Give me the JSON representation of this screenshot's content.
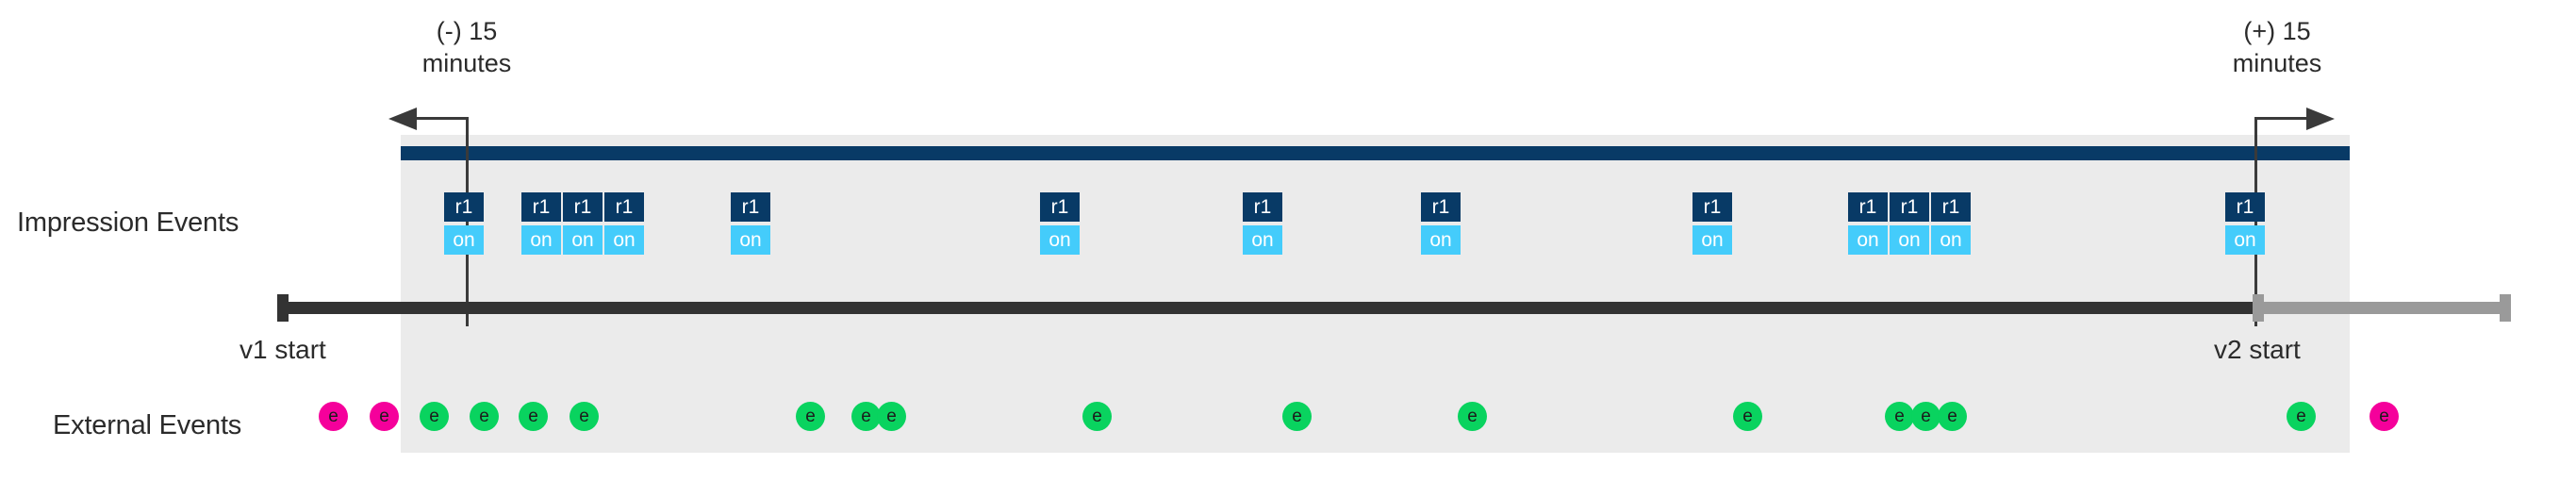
{
  "rows": {
    "impression_label": "Impression Events",
    "external_label": "External Events"
  },
  "annotations": {
    "left": "(-) 15\nminutes",
    "left_line1": "(-) 15",
    "left_line2": "minutes",
    "right_line1": "(+) 15",
    "right_line2": "minutes"
  },
  "axis": {
    "v1_label": "v1 start",
    "v2_label": "v2 start"
  },
  "colors": {
    "version_bar": "#083a66",
    "chip_r1": "#083a66",
    "chip_on": "#44ccfb",
    "band": "#ebebeb",
    "axis_v1": "#333333",
    "axis_v2": "#9a9a9a",
    "dot_inside": "#09d35f",
    "dot_outside": "#f5009b"
  },
  "chart_data": {
    "type": "timeline",
    "title": "",
    "xlabel": "",
    "ylabel": "",
    "window": {
      "start_x": 425,
      "end_x": 2492,
      "left_boundary_label": "(-) 15 minutes",
      "right_boundary_label": "(+) 15 minutes",
      "left_marker_x": 494,
      "right_marker_x": 2391
    },
    "series": [
      {
        "name": "Impression Events",
        "glyph_top": "r1",
        "glyph_bottom": "on",
        "values": [
          {
            "x": 471,
            "r1": "r1",
            "on": "on"
          },
          {
            "x": 553,
            "r1": "r1",
            "on": "on"
          },
          {
            "x": 597,
            "r1": "r1",
            "on": "on"
          },
          {
            "x": 641,
            "r1": "r1",
            "on": "on"
          },
          {
            "x": 775,
            "r1": "r1",
            "on": "on"
          },
          {
            "x": 1103,
            "r1": "r1",
            "on": "on"
          },
          {
            "x": 1318,
            "r1": "r1",
            "on": "on"
          },
          {
            "x": 1507,
            "r1": "r1",
            "on": "on"
          },
          {
            "x": 1795,
            "r1": "r1",
            "on": "on"
          },
          {
            "x": 1960,
            "r1": "r1",
            "on": "on"
          },
          {
            "x": 2004,
            "r1": "r1",
            "on": "on"
          },
          {
            "x": 2048,
            "r1": "r1",
            "on": "on"
          },
          {
            "x": 2360,
            "r1": "r1",
            "on": "on"
          }
        ]
      },
      {
        "name": "External Events",
        "glyph": "e",
        "values": [
          {
            "x": 338,
            "label": "e",
            "inside": false
          },
          {
            "x": 392,
            "label": "e",
            "inside": false
          },
          {
            "x": 445,
            "label": "e",
            "inside": true
          },
          {
            "x": 498,
            "label": "e",
            "inside": true
          },
          {
            "x": 550,
            "label": "e",
            "inside": true
          },
          {
            "x": 604,
            "label": "e",
            "inside": true
          },
          {
            "x": 844,
            "label": "e",
            "inside": true
          },
          {
            "x": 903,
            "label": "e",
            "inside": true
          },
          {
            "x": 930,
            "label": "e",
            "inside": true
          },
          {
            "x": 1148,
            "label": "e",
            "inside": true
          },
          {
            "x": 1360,
            "label": "e",
            "inside": true
          },
          {
            "x": 1546,
            "label": "e",
            "inside": true
          },
          {
            "x": 1838,
            "label": "e",
            "inside": true
          },
          {
            "x": 1999,
            "label": "e",
            "inside": true
          },
          {
            "x": 2027,
            "label": "e",
            "inside": true
          },
          {
            "x": 2055,
            "label": "e",
            "inside": true
          },
          {
            "x": 2425,
            "label": "e",
            "inside": true
          },
          {
            "x": 2513,
            "label": "e",
            "inside": false
          }
        ]
      }
    ]
  }
}
